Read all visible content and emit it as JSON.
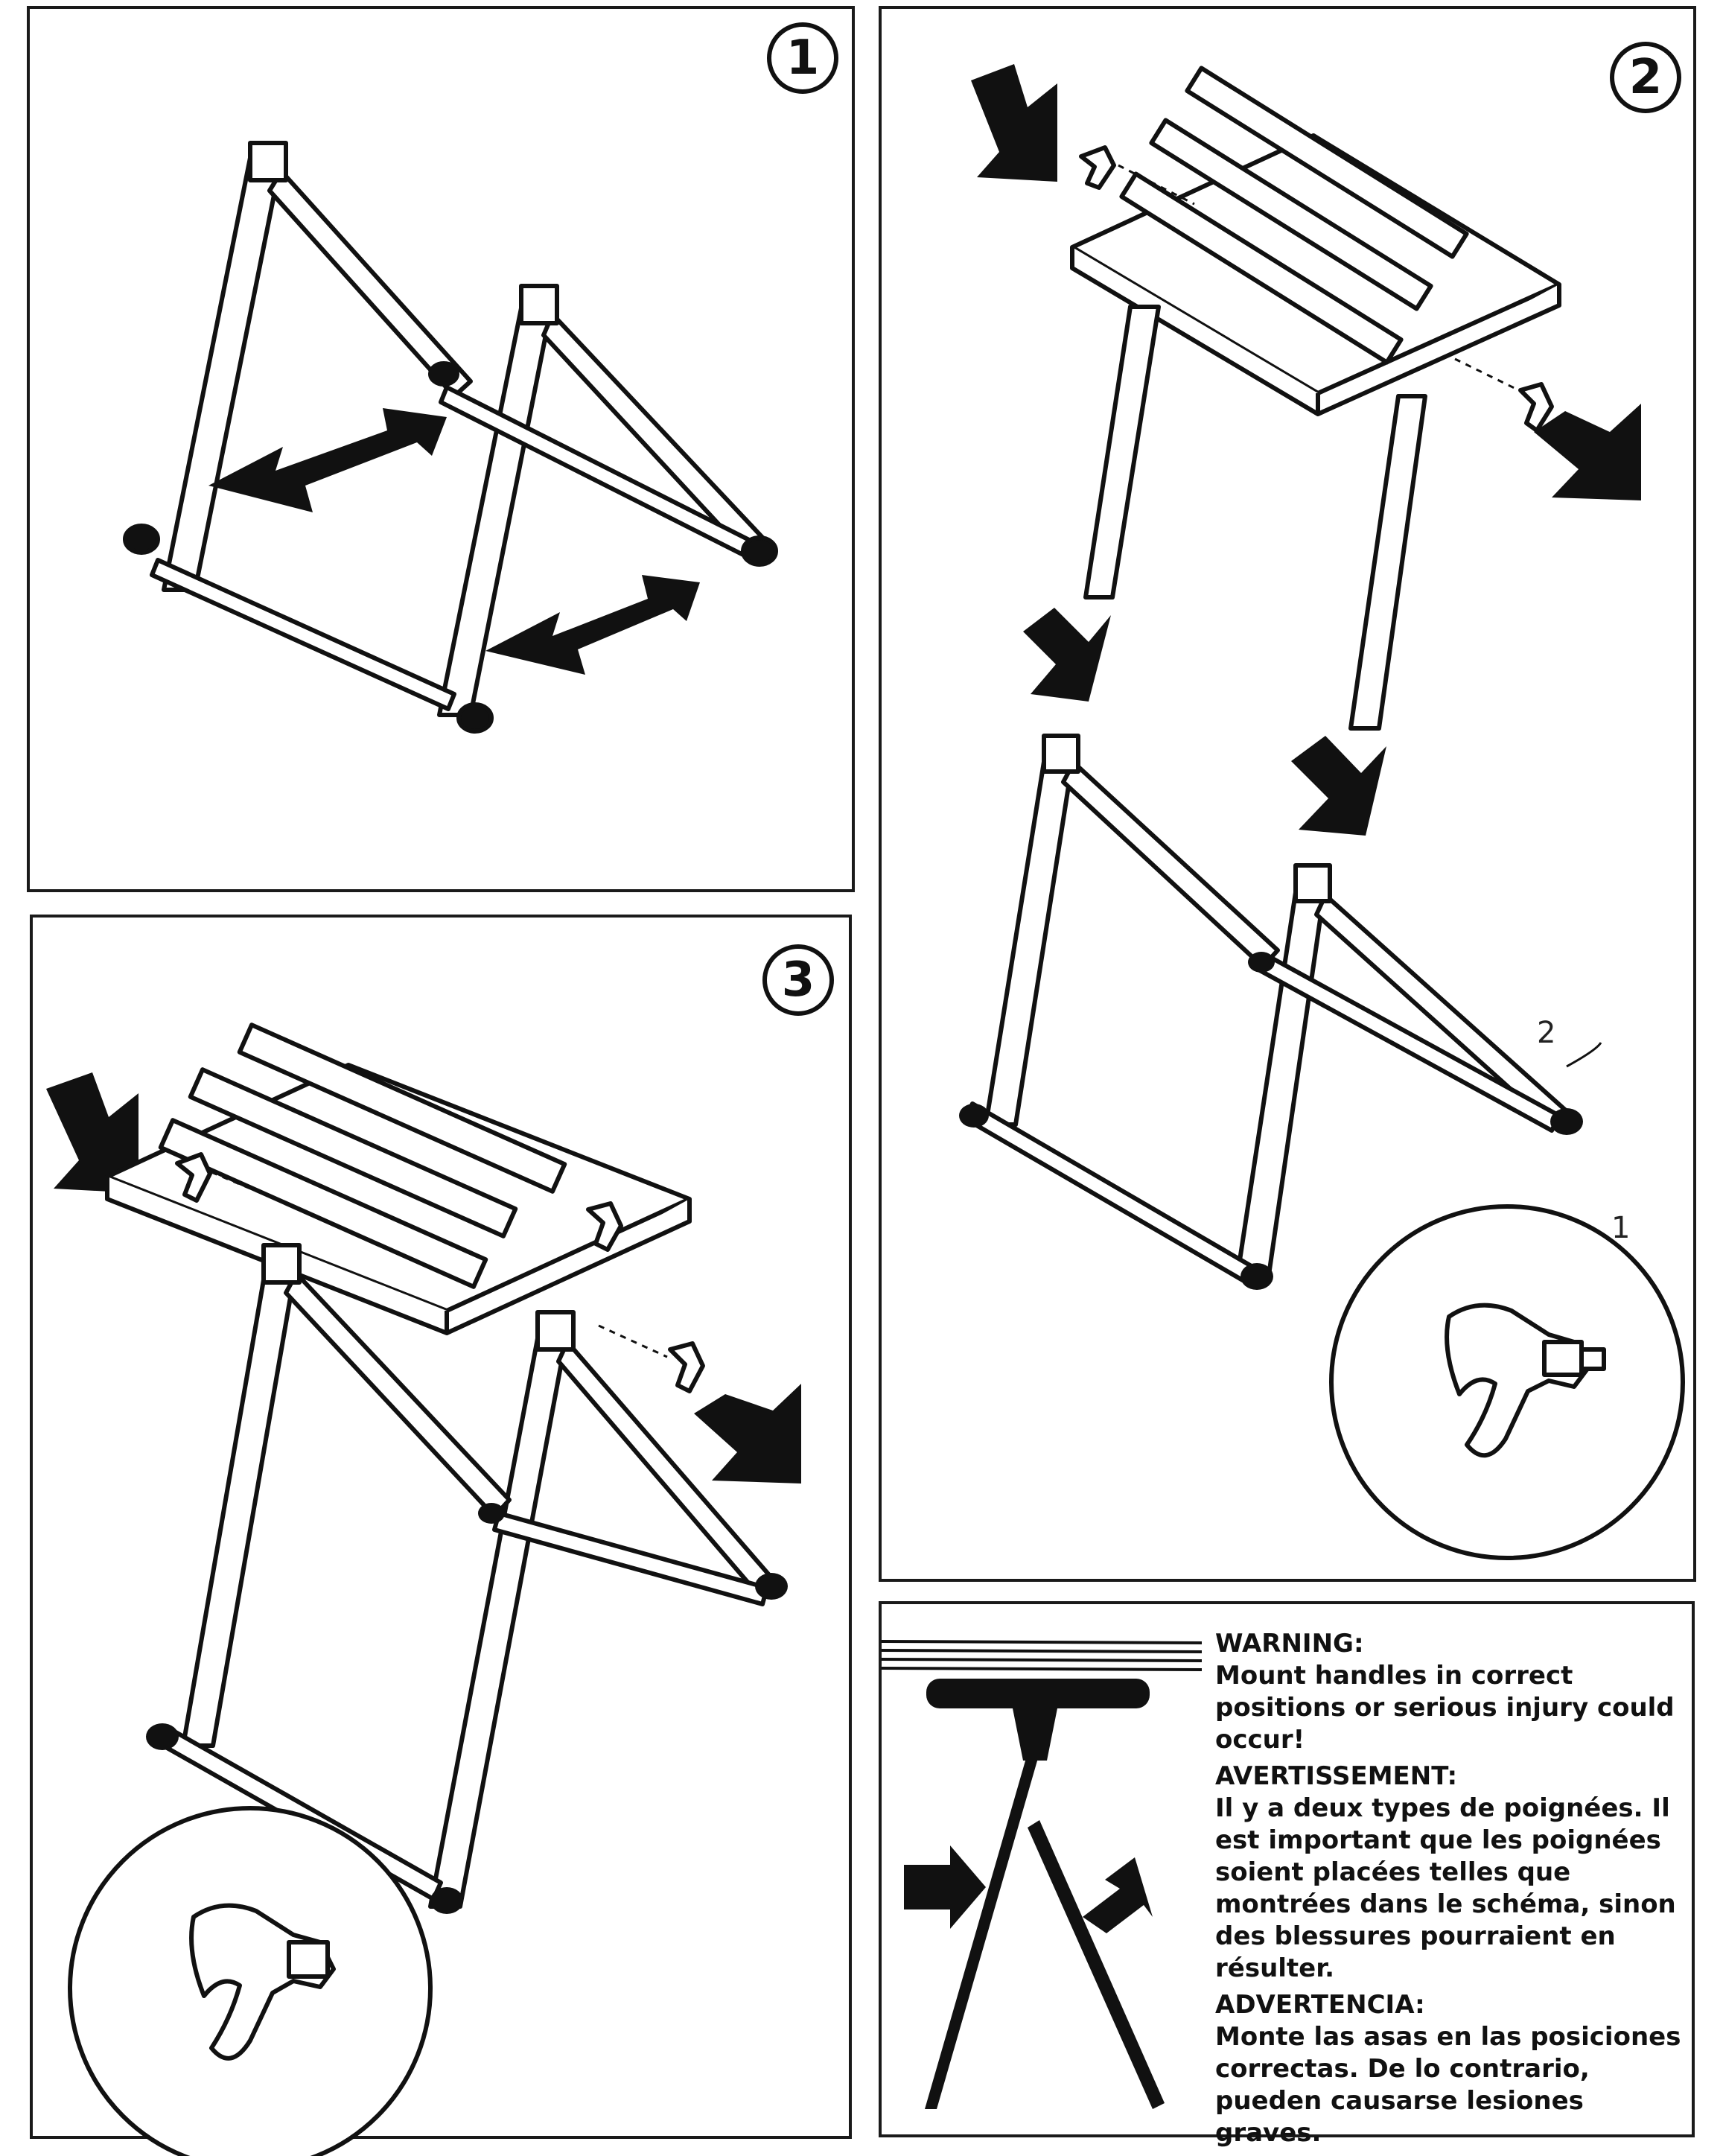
{
  "steps": {
    "one": "1",
    "two": "2",
    "three": "3"
  },
  "callouts": {
    "handle_a": "1",
    "handle_b": "2"
  },
  "warning": {
    "en_heading": "WARNING:",
    "en_text": "Mount handles in correct positions or serious injury could occur!",
    "fr_heading": "AVERTISSEMENT:",
    "fr_text": "Il y a deux types de poignées. Il est important que les poignées soient placées telles que montrées dans le schéma, sinon des blessures pourraient en résulter.",
    "es_heading": "ADVERTENCIA:",
    "es_text": "Monte las asas en las posiciones correctas. De lo contrario, pueden causarse lesiones graves."
  },
  "colors": {
    "ink": "#111111",
    "paper": "#ffffff"
  }
}
